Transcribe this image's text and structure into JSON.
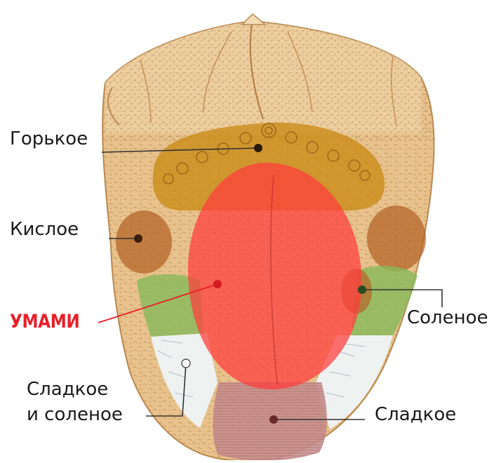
{
  "labels": {
    "bitter": "Горькое",
    "sour": "Кислое",
    "umami": "УМАМИ",
    "salty": "Соленое",
    "sweet_salty_line1": "Сладкое",
    "sweet_salty_line2": "и соленое",
    "sweet": "Сладкое"
  },
  "colors": {
    "bitter_zone": "#c98a14",
    "sour_zone": "#b5652a",
    "umami_zone": "#ff3b3b",
    "salty_zone": "#86b95a",
    "sweet_salty_zone": "#e7f2f8",
    "sweet_zone": "#c68c8c",
    "umami_label": "#e8202a",
    "tongue": "#e9c48d",
    "leader_line": "#333333"
  }
}
